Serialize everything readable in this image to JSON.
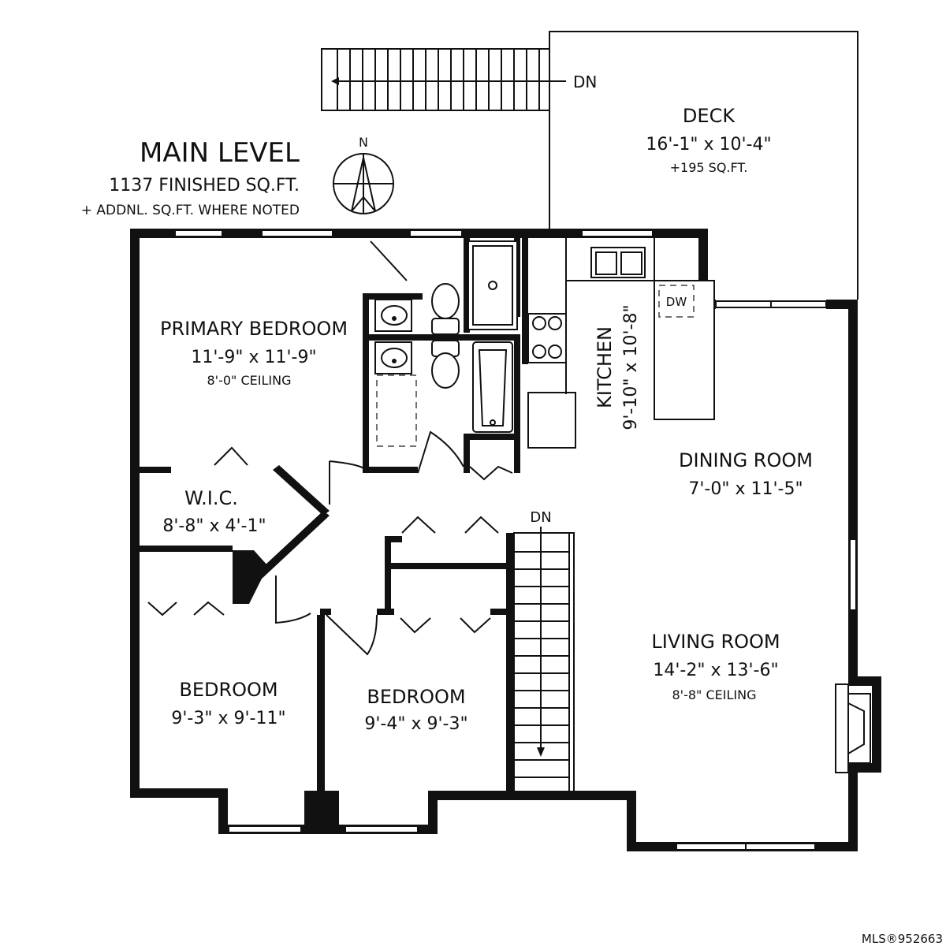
{
  "header": {
    "title": "MAIN LEVEL",
    "finished_sqft": "1137 FINISHED SQ.FT.",
    "addnl_note": "+ ADDNL. SQ.FT. WHERE NOTED"
  },
  "compass": {
    "label": "N"
  },
  "rooms": {
    "deck": {
      "name": "DECK",
      "dims": "16'-1\" x 10'-4\"",
      "note": "+195 SQ.FT."
    },
    "primary_bedroom": {
      "name": "PRIMARY BEDROOM",
      "dims": "11'-9\" x 11'-9\"",
      "note": "8'-0\" CEILING"
    },
    "wic": {
      "name": "W.I.C.",
      "dims": "8'-8\" x 4'-1\""
    },
    "kitchen": {
      "name": "KITCHEN",
      "dims": "9'-10\" x 10'-8\""
    },
    "dining_room": {
      "name": "DINING ROOM",
      "dims": "7'-0\" x 11'-5\""
    },
    "living_room": {
      "name": "LIVING ROOM",
      "dims": "14'-2\" x 13'-6\"",
      "note": "8'-8\" CEILING"
    },
    "bedroom_1": {
      "name": "BEDROOM",
      "dims": "9'-3\" x 9'-11\""
    },
    "bedroom_2": {
      "name": "BEDROOM",
      "dims": "9'-4\" x 9'-3\""
    }
  },
  "labels": {
    "stairs_down_deck": "DN",
    "stairs_down_interior": "DN",
    "dishwasher": "DW",
    "mls": "MLS®952663"
  }
}
